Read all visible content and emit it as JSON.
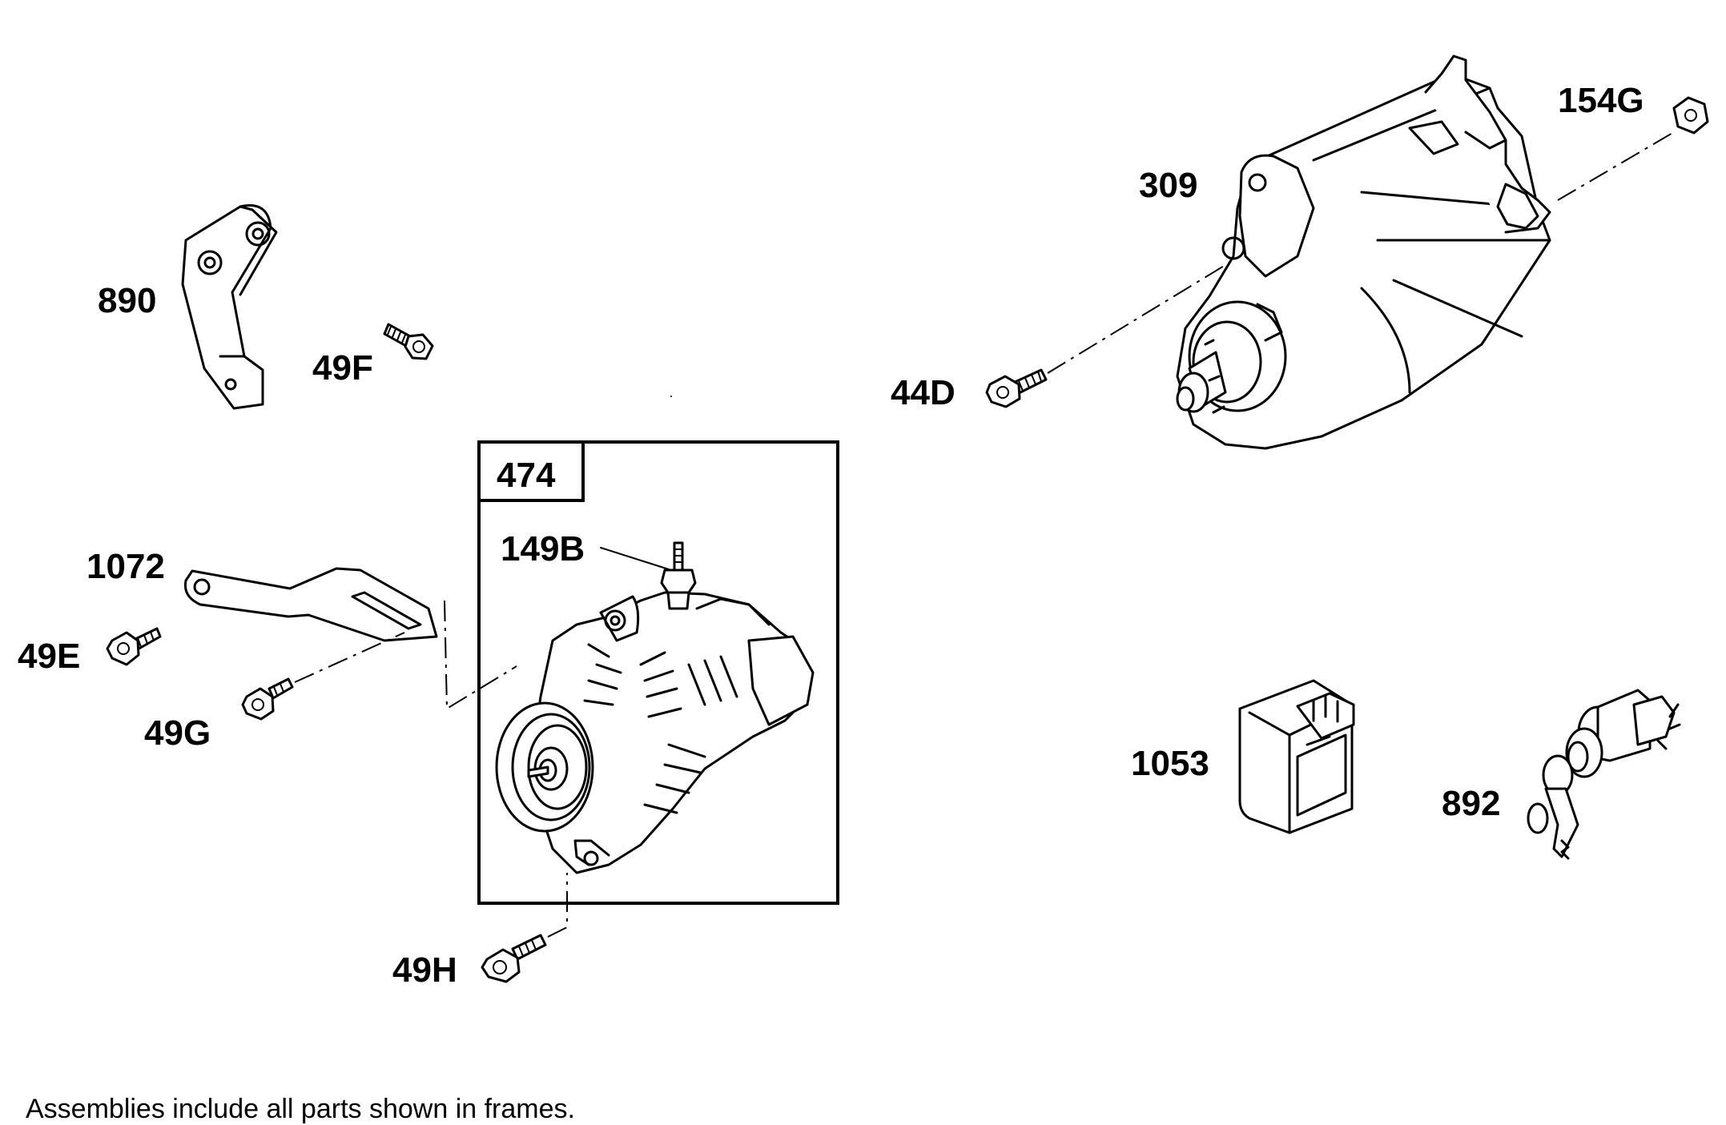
{
  "callouts": {
    "c890": "890",
    "c49F": "49F",
    "c1072": "1072",
    "c49E": "49E",
    "c49G": "49G",
    "c474": "474",
    "c149B": "149B",
    "c49H": "49H",
    "c309": "309",
    "c154G": "154G",
    "c44D": "44D",
    "c1053": "1053",
    "c892": "892"
  },
  "footnote": "Assemblies include all parts shown in frames."
}
